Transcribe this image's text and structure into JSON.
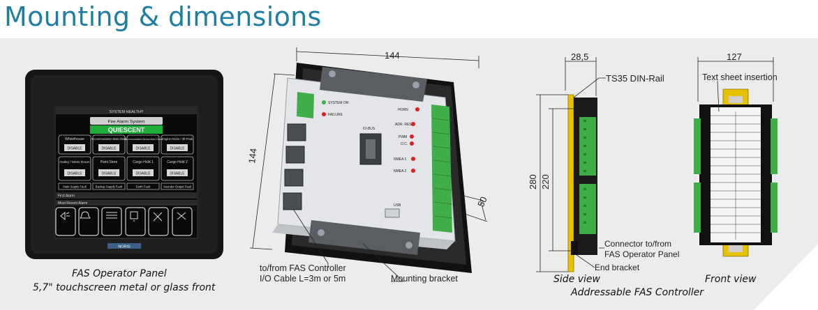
{
  "page": {
    "title": "Mounting & dimensions"
  },
  "operator_panel": {
    "caption_line1": "FAS Operator Panel",
    "caption_line2": "5,7\" touchscreen metal or glass front",
    "screen": {
      "header": "SYSTEM HEALTHY",
      "system_label": "Fire Alarm System",
      "status": "QUIESCENT",
      "zones": [
        {
          "name": "Wheelhouse",
          "button": "DISABLE"
        },
        {
          "name": "Accommodation Main Deck",
          "button": "DISABLE"
        },
        {
          "name": "Accommodation Below Main Deck",
          "button": "DISABLE"
        },
        {
          "name": "Engine Room / 3ft Peak",
          "button": "DISABLE"
        },
        {
          "name": "Galley / Mess Room",
          "button": "DISABLE"
        },
        {
          "name": "Paint Store",
          "button": "DISABLE"
        },
        {
          "name": "Cargo Hold 1",
          "button": "DISABLE"
        },
        {
          "name": "Cargo Hold 2",
          "button": "DISABLE"
        }
      ],
      "faults": [
        "Main Supply Fault",
        "Backup Supply Fault",
        "Earth Fault",
        "Sounder Output Fault"
      ],
      "first_alarm_label": "First Alarm",
      "recent_alarm_label": "Most Recent Alarm",
      "brand": "NORIS"
    }
  },
  "controller_front": {
    "dim_width": "144",
    "dim_height": "144",
    "dim_depth": "50",
    "labels": {
      "system_on": "SYSTEM ON",
      "failure": "FAILURE",
      "io_bus": "IO-BUS",
      "horn": "HORN",
      "adr_res": "ADR. RES.",
      "pwm": "PWM",
      "oc": "O.C.",
      "nmea1": "NMEA 1",
      "nmea2": "NMEA 2",
      "usb": "USB"
    },
    "callout_cable_line1": "to/from FAS Controller",
    "callout_cable_line2": "I/O Cable L=3m or 5m",
    "callout_bracket": "Mounting bracket"
  },
  "controller_side": {
    "dim_depth": "28,5",
    "dim_outer": "280",
    "dim_inner": "220",
    "label_rail": "TS35 DIN-Rail",
    "label_connector_line1": "Connector to/from",
    "label_connector_line2": "FAS Operator Panel",
    "label_end_bracket": "End bracket",
    "caption": "Side view"
  },
  "controller_frontview": {
    "dim_width": "127",
    "label_sheet": "Text sheet insertion",
    "caption": "Front view"
  },
  "group_caption": "Addressable FAS Controller",
  "colors": {
    "title": "#1f7fa3",
    "band": "#ececec",
    "terminal_green": "#3fae49",
    "din_rail": "#e6c200",
    "status_green": "#1fae3a"
  }
}
